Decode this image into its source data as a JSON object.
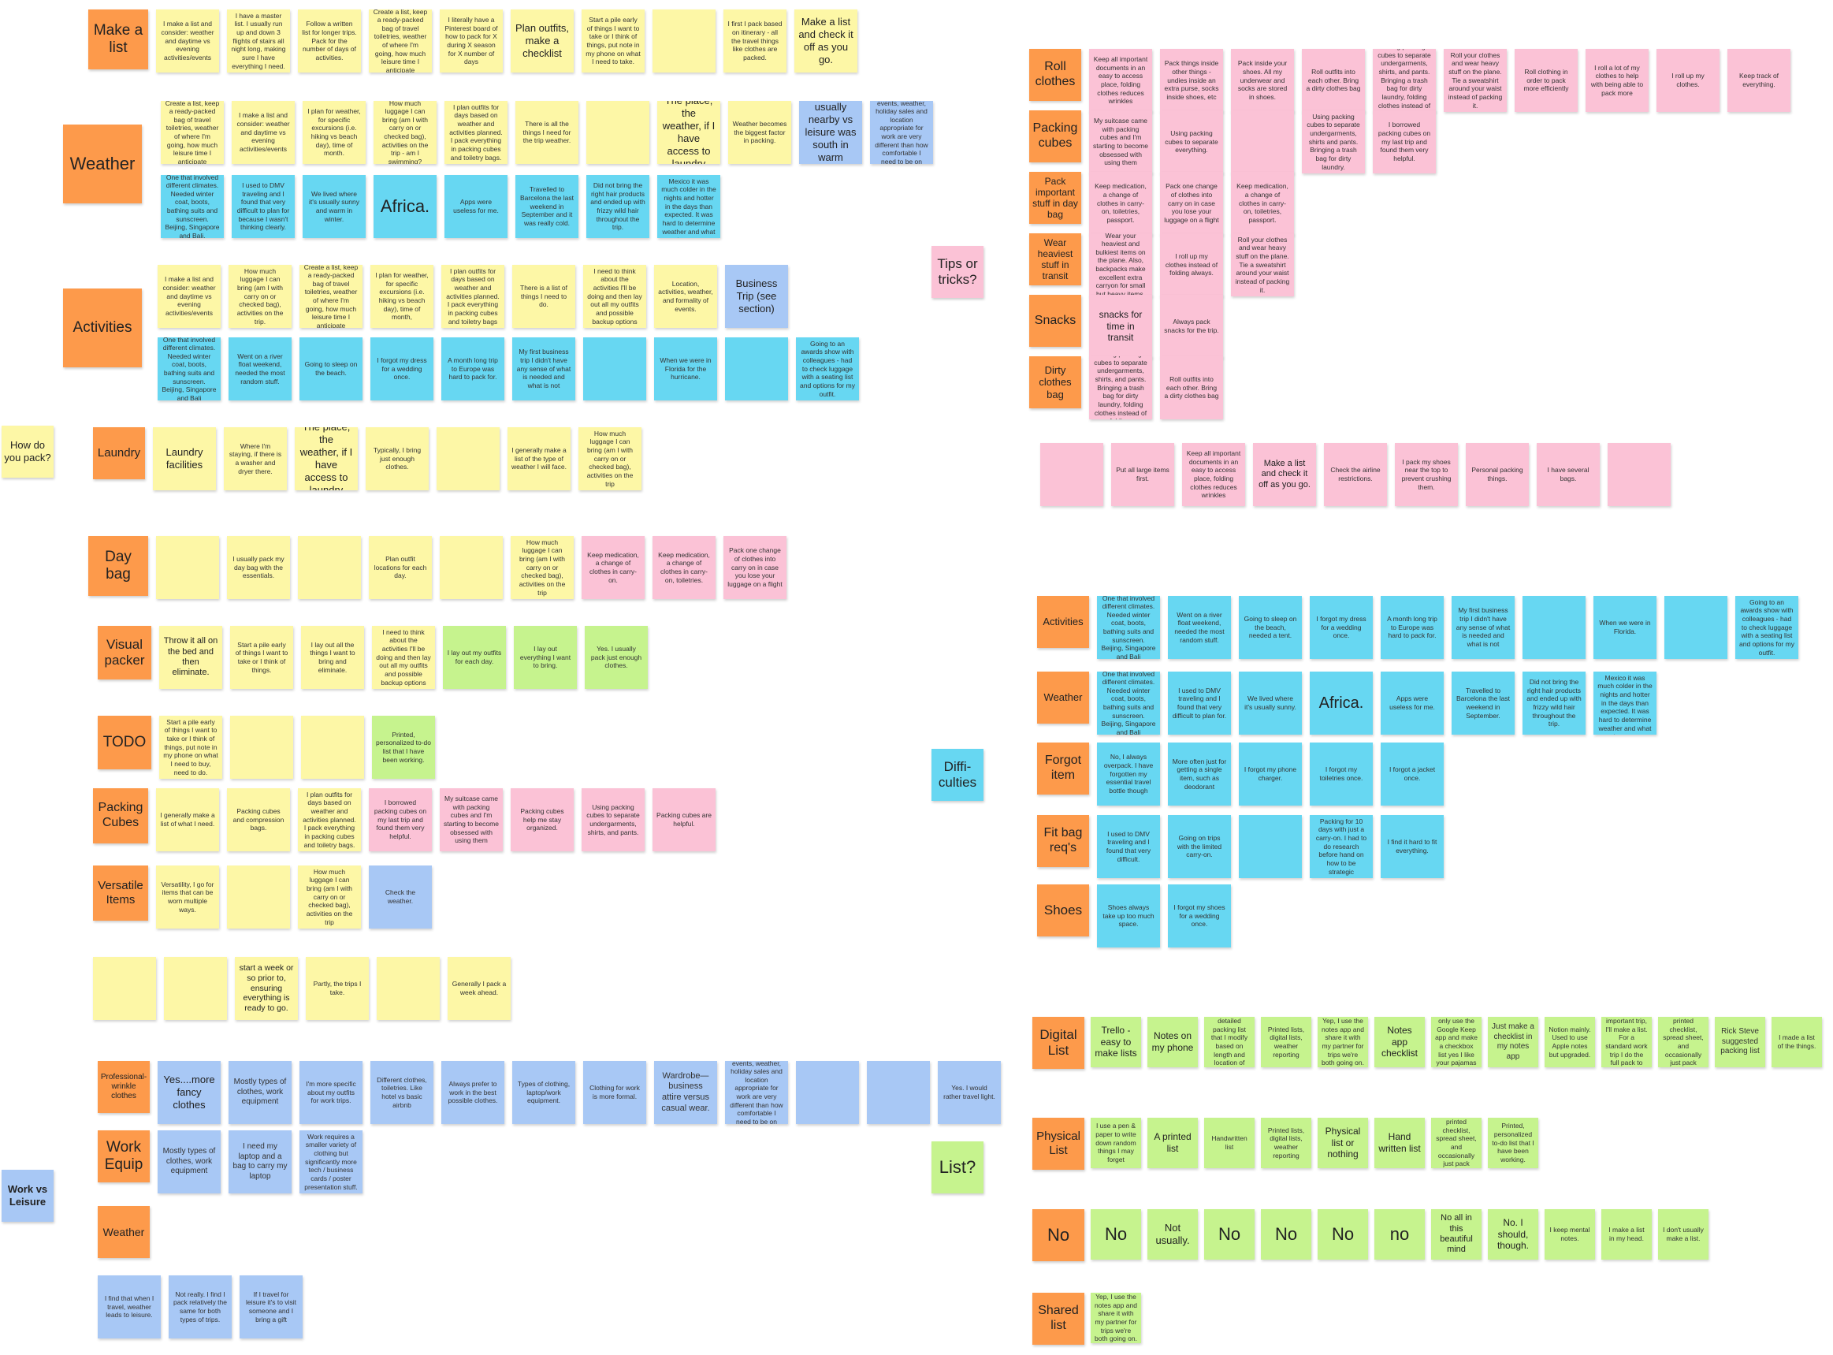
{
  "categories": {
    "how_do_you_pack": "How do you pack?",
    "work_vs_leisure": "Work vs Leisure",
    "tips_or_tricks": "Tips or tricks?",
    "difficulties": "Diffi-culties",
    "list": "List?"
  },
  "left": {
    "make_a_list": {
      "title": "Make a list",
      "notes": [
        "I make a list and consider: weather and daytime vs evening activities/events",
        "I have a master list. I usually run up and down 3 flights of stairs all night long, making sure I have everything I need.",
        "Follow a written list for longer trips. Pack for the number of days of activities.",
        "Create a list, keep a ready-packed bag of travel toiletries, weather of where I'm going, how much leisure time I anticipate",
        "I literally have a Pinterest board of how to pack for X during X season for X number of days",
        "Plan outfits, make a checklist",
        "Start a pile early of things I want to take or I think of things, put note in my phone on what I need to take.",
        "",
        "I first I pack based on itinerary - all the travel things like clothes are packed.",
        "Make a list and check it off as you go."
      ]
    },
    "weather": {
      "title": "Weather",
      "notes_row1": [
        "Create a list, keep a ready-packed bag of travel toiletries, weather of where I'm going, how much leisure time I anticipate",
        "I make a list and consider: weather and daytime vs evening activities/events",
        "I plan for weather, for specific excursions (i.e. hiking vs beach day), time of month.",
        "How much luggage I can bring (am I with carry on or checked bag), activities on the trip - am I swimming?",
        "I plan outfits for days based on weather and activities planned. I pack everything in packing cubes and toiletry bags.",
        "There is all the things I need for the trip weather.",
        "",
        "The place, the weather, if I have access to laundry",
        "Weather becomes the biggest factor in packing.",
        "Work was usually nearby vs leisure was south in warm weather",
        "Not Special events, weather, holiday sales and location appropriate for work are very different than how comfortable I need to be on vacation"
      ],
      "notes_row2": [
        "One that involved different climates. Needed winter coat, boots, bathing suits and sunscreen. Beijing, Singapore and Bali.",
        "I used to DMV traveling and I found that very difficult to plan for because I wasn't thinking clearly.",
        "We lived where it's usually sunny and warm in winter.",
        "Africa.",
        "Apps were useless for me.",
        "Travelled to Barcelona the last weekend in September and it was really cold.",
        "Did not bring the right hair products and ended up with frizzy wild hair throughout the trip.",
        "Last time I went to Mexico it was much colder in the nights and hotter in the days than expected. It was hard to determine weather and what to wear."
      ]
    },
    "activities": {
      "title": "Activities",
      "notes_row1": [
        "I make a list and consider: weather and daytime vs evening activities/events",
        "How much luggage I can bring (am I with carry on or checked bag), activities on the trip.",
        "Create a list, keep a ready-packed bag of travel toiletries, weather of where I'm going, how much leisure time I anticipate",
        "I plan for weather, for specific excursions (i.e. hiking vs beach day), time of month,",
        "I plan outfits for days based on weather and activities planned. I pack everything in packing cubes and toiletry bags",
        "There is a list of things I need to do.",
        "I need to think about the activities I'll be doing and then lay out all my outfits and possible backup options",
        "Location, activities, weather, and formality of events.",
        "Business Trip (see section)"
      ],
      "notes_row2": [
        "One that involved different climates. Needed winter coat, boots, bathing suits and sunscreen. Beijing, Singapore and Bali",
        "Went on a river float weekend, needed the most random stuff.",
        "Going to sleep on the beach.",
        "I forgot my dress for a wedding once.",
        "A month long trip to Europe was hard to pack for.",
        "My first business trip I didn't have any sense of what is needed and what is not",
        "",
        "When we were in Florida for the hurricane.",
        "",
        "Going to an awards show with colleagues - had to check luggage with a seating list and options for my outfit."
      ]
    },
    "laundry": {
      "title": "Laundry",
      "notes": [
        "Laundry facilities",
        "Where I'm staying, if there is a washer and dryer there.",
        "The place, the weather, if I have access to laundry",
        "Typically, I bring just enough clothes.",
        "",
        "I generally make a list of the type of weather I will face.",
        "How much luggage I can bring (am I with carry on or checked bag), activities on the trip"
      ]
    },
    "day_bag": {
      "title": "Day bag",
      "notes": [
        "",
        "I usually pack my day bag with the essentials.",
        "",
        "Plan outfit locations for each day.",
        "",
        "How much luggage I can bring (am I with carry on or checked bag), activities on the trip",
        "Keep medication, a change of clothes in carry-on.",
        "Keep medication, a change of clothes in carry-on, toiletries.",
        "Pack one change of clothes into carry on in case you lose your luggage on a flight"
      ]
    },
    "visual_packer": {
      "title": "Visual packer",
      "notes": [
        "Throw it all on the bed and then eliminate.",
        "Start a pile early of things I want to take or I think of things.",
        "I lay out all the things I want to bring and eliminate.",
        "I need to think about the activities I'll be doing and then lay out all my outfits and possible backup options",
        "I lay out my outfits for each day.",
        "I lay out everything I want to bring.",
        "Yes. I usually pack just enough clothes."
      ]
    },
    "todo": {
      "title": "TODO",
      "notes": [
        "Start a pile early of things I want to take or I think of things, put note in my phone on what I need to buy, need to do.",
        "",
        "",
        "Printed, personalized to-do list that I have been working."
      ]
    },
    "packing_cubes": {
      "title": "Packing Cubes",
      "notes": [
        "I generally make a list of what I need.",
        "Packing cubes and compression bags.",
        "I plan outfits for days based on weather and activities planned. I pack everything in packing cubes and toiletry bags.",
        "I borrowed packing cubes on my last trip and found them very helpful.",
        "My suitcase came with packing cubes and I'm starting to become obsessed with using them",
        "Packing cubes help me stay organized.",
        "Using packing cubes to separate undergarments, shirts, and pants.",
        "Packing cubes are helpful."
      ]
    },
    "versatile_items": {
      "title": "Versatile Items",
      "notes": [
        "Versatility, I go for items that can be worn multiple ways.",
        "",
        "How much luggage I can bring (am I with carry on or checked bag), activities on the trip",
        "Check the weather."
      ]
    },
    "extra_row": {
      "notes": [
        "",
        "",
        "start a week or so prior to, ensuring everything is ready to go.",
        "Partly, the trips I take.",
        "",
        "Generally I pack a week ahead."
      ]
    },
    "work": {
      "professional": {
        "title": "Professional-wrinkle clothes",
        "notes": [
          "Yes....more fancy clothes",
          "Mostly types of clothes, work equipment",
          "I'm more specific about my outfits for work trips.",
          "Different clothes, toiletries. Like hotel vs basic airbnb",
          "Always prefer to work in the best possible clothes.",
          "Types of clothing, laptop/work equipment.",
          "Clothing for work is more formal.",
          "Wardrobe—business attire versus casual wear.",
          "Not Special events, weather, holiday sales and location appropriate for work are very different than how comfortable I need to be on vacation",
          "",
          "",
          "Yes. I would rather travel light."
        ]
      },
      "work_equip": {
        "title": "Work Equip",
        "notes": [
          "Mostly types of clothes, work equipment",
          "I need my laptop and a bag to carry my laptop",
          "Work requires a smaller variety of clothing but significantly more tech / business cards / poster presentation stuff."
        ]
      },
      "weather": {
        "title": "Weather",
        "notes": []
      },
      "bottom": {
        "notes": [
          "I find that when I travel, weather leads to leisure.",
          "Not really. I find I pack relatively the same for both types of trips.",
          "If I travel for leisure it's to visit someone and I bring a gift"
        ]
      }
    }
  },
  "right": {
    "tips": {
      "rows": [
        {
          "title": "Roll clothes",
          "notes": [
            "Keep all important documents in an easy to access place, folding clothes reduces wrinkles",
            "Pack things inside other things - undies inside an extra purse, socks inside shoes, etc",
            "Pack inside your shoes. All my underwear and socks are stored in shoes.",
            "Roll outfits into each other. Bring a dirty clothes bag",
            "Using packing cubes to separate undergarments, shirts, and pants. Bringing a trash bag for dirty laundry, folding clothes instead of folding.",
            "Roll your clothes and wear heavy stuff on the plane. Tie a sweatshirt around your waist instead of packing it.",
            "Roll clothing in order to pack more efficiently",
            "I roll a lot of my clothes to help with being able to pack more",
            "I roll up my clothes.",
            "Keep track of everything."
          ]
        },
        {
          "title": "Packing cubes",
          "notes": [
            "My suitcase came with packing cubes and I'm starting to become obsessed with using them",
            "Using packing cubes to separate everything.",
            "",
            "Using packing cubes to separate undergarments, shirts and pants. Bringing a trash bag for dirty laundry.",
            "I borrowed packing cubes on my last trip and found them very helpful."
          ]
        },
        {
          "title": "Pack important stuff in day bag",
          "notes": [
            "Keep medication, a change of clothes in carry-on, toiletries, passport.",
            "Pack one change of clothes into carry on in case you lose your luggage on a flight",
            "Keep medication, a change of clothes in carry-on, toiletries, passport."
          ]
        },
        {
          "title": "Wear heaviest stuff in transit",
          "notes": [
            "Wear your heaviest and bulkiest items on the plane. Also, backpacks make excellent extra carryon for small but heavy items.",
            "I roll up my clothes instead of folding always.",
            "Roll your clothes and wear heavy stuff on the plane. Tie a sweatshirt around your waist instead of packing it."
          ]
        },
        {
          "title": "Snacks",
          "notes": [
            "snacks for time in transit",
            "Always pack snacks for the trip."
          ]
        },
        {
          "title": "Dirty clothes bag",
          "notes": [
            "Using packing cubes to separate undergarments, shirts, and pants. Bringing a trash bag for dirty laundry, folding clothes instead of folding.",
            "Roll outfits into each other. Bring a dirty clothes bag"
          ]
        }
      ],
      "extra": [
        "",
        "Put all large items first.",
        "Keep all important documents in an easy to access place, folding clothes reduces wrinkles",
        "Make a list and check it off as you go.",
        "Check the airline restrictions.",
        "I pack my shoes near the top to prevent crushing them.",
        "Personal packing things.",
        "I have several bags.",
        ""
      ]
    },
    "diff": {
      "rows": [
        {
          "title": "Activities",
          "notes": [
            "One that involved different climates. Needed winter coat, boots, bathing suits and sunscreen. Beijing, Singapore and Bali",
            "Went on a river float weekend, needed the most random stuff.",
            "Going to sleep on the beach, needed a tent.",
            "I forgot my dress for a wedding once.",
            "A month long trip to Europe was hard to pack for.",
            "My first business trip I didn't have any sense of what is needed and what is not",
            "",
            "When we were in Florida.",
            "",
            "Going to an awards show with colleagues - had to check luggage with a seating list and options for my outfit."
          ]
        },
        {
          "title": "Weather",
          "notes": [
            "One that involved different climates. Needed winter coat, boots, bathing suits and sunscreen. Beijing, Singapore and Bali",
            "I used to DMV traveling and I found that very difficult to plan for.",
            "We lived where it's usually sunny.",
            "Africa.",
            "Apps were useless for me.",
            "Travelled to Barcelona the last weekend in September.",
            "Did not bring the right hair products and ended up with frizzy wild hair throughout the trip.",
            "Last time I went to Mexico it was much colder in the nights and hotter in the days than expected. It was hard to determine weather and what to wear."
          ]
        },
        {
          "title": "Forgot item",
          "notes": [
            "No, I always overpack. I have forgotten my essential travel bottle though",
            "More often just for getting a single item, such as deodorant",
            "I forgot my phone charger.",
            "I forgot my toiletries once.",
            "I forgot a jacket once."
          ]
        },
        {
          "title": "Fit bag req's",
          "notes": [
            "I used to DMV traveling and I found that very difficult.",
            "Going on trips with the limited carry-on.",
            "",
            "Packing for 10 days with just a carry-on. I had to do research before hand on how to be strategic",
            "I find it hard to fit everything."
          ]
        },
        {
          "title": "Shoes",
          "notes": [
            "Shoes always take up too much space.",
            "I forgot my shoes for a wedding once."
          ]
        }
      ]
    },
    "list": {
      "rows": [
        {
          "title": "Digital List",
          "notes": [
            "Trello - easy to make lists",
            "Notes on my phone",
            "Yes I have a detailed packing list that I modify based on length and location of trip.",
            "Printed lists, digital lists, weather reporting",
            "Yep, I use the notes app and share it with my partner for trips we're both going on.",
            "Notes app checklist",
            "I generally only use the Google Keep app and make a checkbox list yes I like your pajamas yeah",
            "Just make a checklist in my notes app",
            "Notion mainly. Used to use Apple notes but upgraded.",
            "If it's an important trip, I'll make a list. For a standard work trip I do the full pack to instant mode",
            "Pinterest, a printed checklist, spread sheet, and occasionally just pack unguided",
            "Rick Steve suggested packing list",
            "I made a list of the things."
          ]
        },
        {
          "title": "Physical List",
          "notes": [
            "I use a pen & paper to write down random things I may forget",
            "A printed list",
            "Handwritten list",
            "Printed lists, digital lists, weather reporting",
            "Physical list or nothing",
            "Hand written list",
            "Pinterest, a printed checklist, spread sheet, and occasionally just pack unguided",
            "Printed, personalized to-do list that I have been working."
          ]
        },
        {
          "title": "No",
          "notes": [
            "No",
            "Not usually.",
            "No",
            "No",
            "No",
            "no",
            "No all in this beautiful mind",
            "No. I should, though.",
            "I keep mental notes.",
            "I make a list in my head.",
            "I don't usually make a list."
          ]
        },
        {
          "title": "Shared list",
          "notes": [
            "Yep, I use the notes app and share it with my partner for trips we're both going on."
          ]
        }
      ]
    }
  }
}
